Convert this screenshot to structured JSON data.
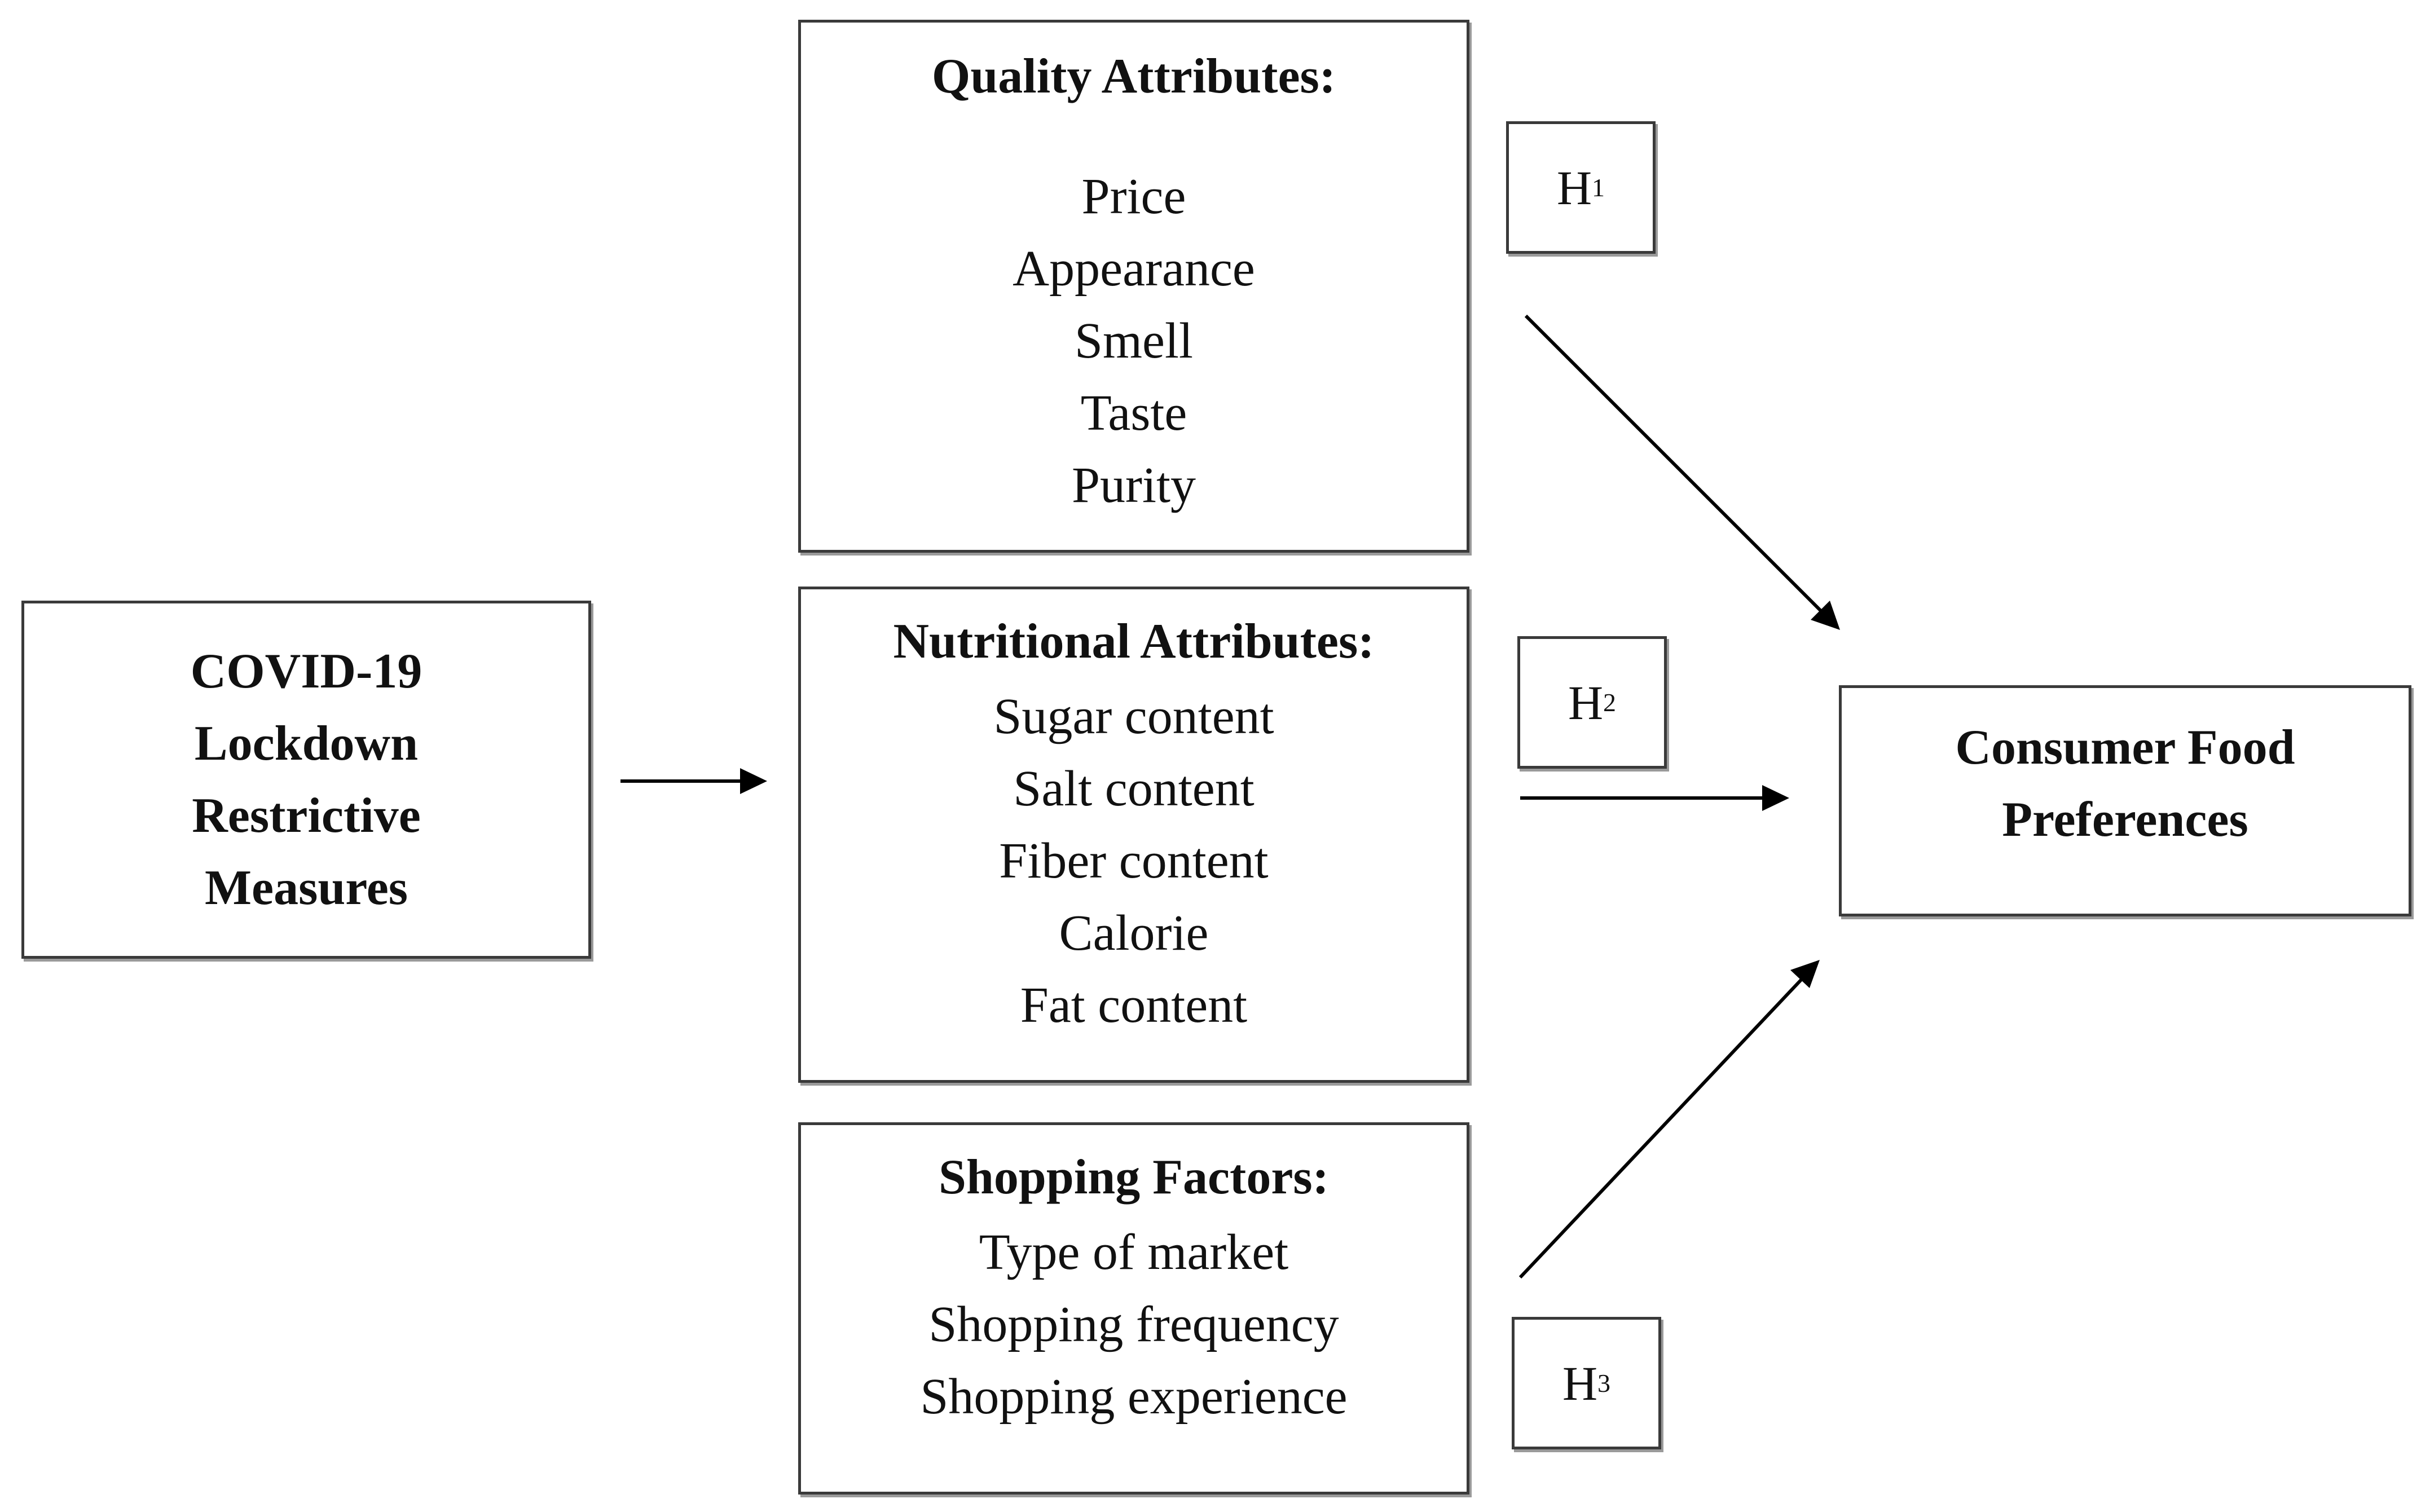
{
  "covid_box": {
    "lines": [
      "COVID-19",
      "Lockdown",
      "Restrictive",
      "Measures"
    ]
  },
  "quality_box": {
    "title": "Quality Attributes:",
    "items": [
      "Price",
      "Appearance",
      "Smell",
      "Taste",
      "Purity"
    ]
  },
  "nutrition_box": {
    "title": "Nutritional Attributes:",
    "items": [
      "Sugar content",
      "Salt content",
      "Fiber content",
      "Calorie",
      "Fat content"
    ]
  },
  "shopping_box": {
    "title": "Shopping Factors:",
    "items": [
      "Type of market",
      "Shopping frequency",
      "Shopping experience"
    ]
  },
  "outcome_box": {
    "lines": [
      "Consumer Food",
      "Preferences"
    ]
  },
  "hypotheses": {
    "h1": {
      "letter": "H",
      "sub": "1"
    },
    "h2": {
      "letter": "H",
      "sub": "2"
    },
    "h3": {
      "letter": "H",
      "sub": "3"
    }
  },
  "colors": {
    "border": "#3a3a3a",
    "shadow": "#9a9a9a",
    "arrow": "#000000"
  }
}
